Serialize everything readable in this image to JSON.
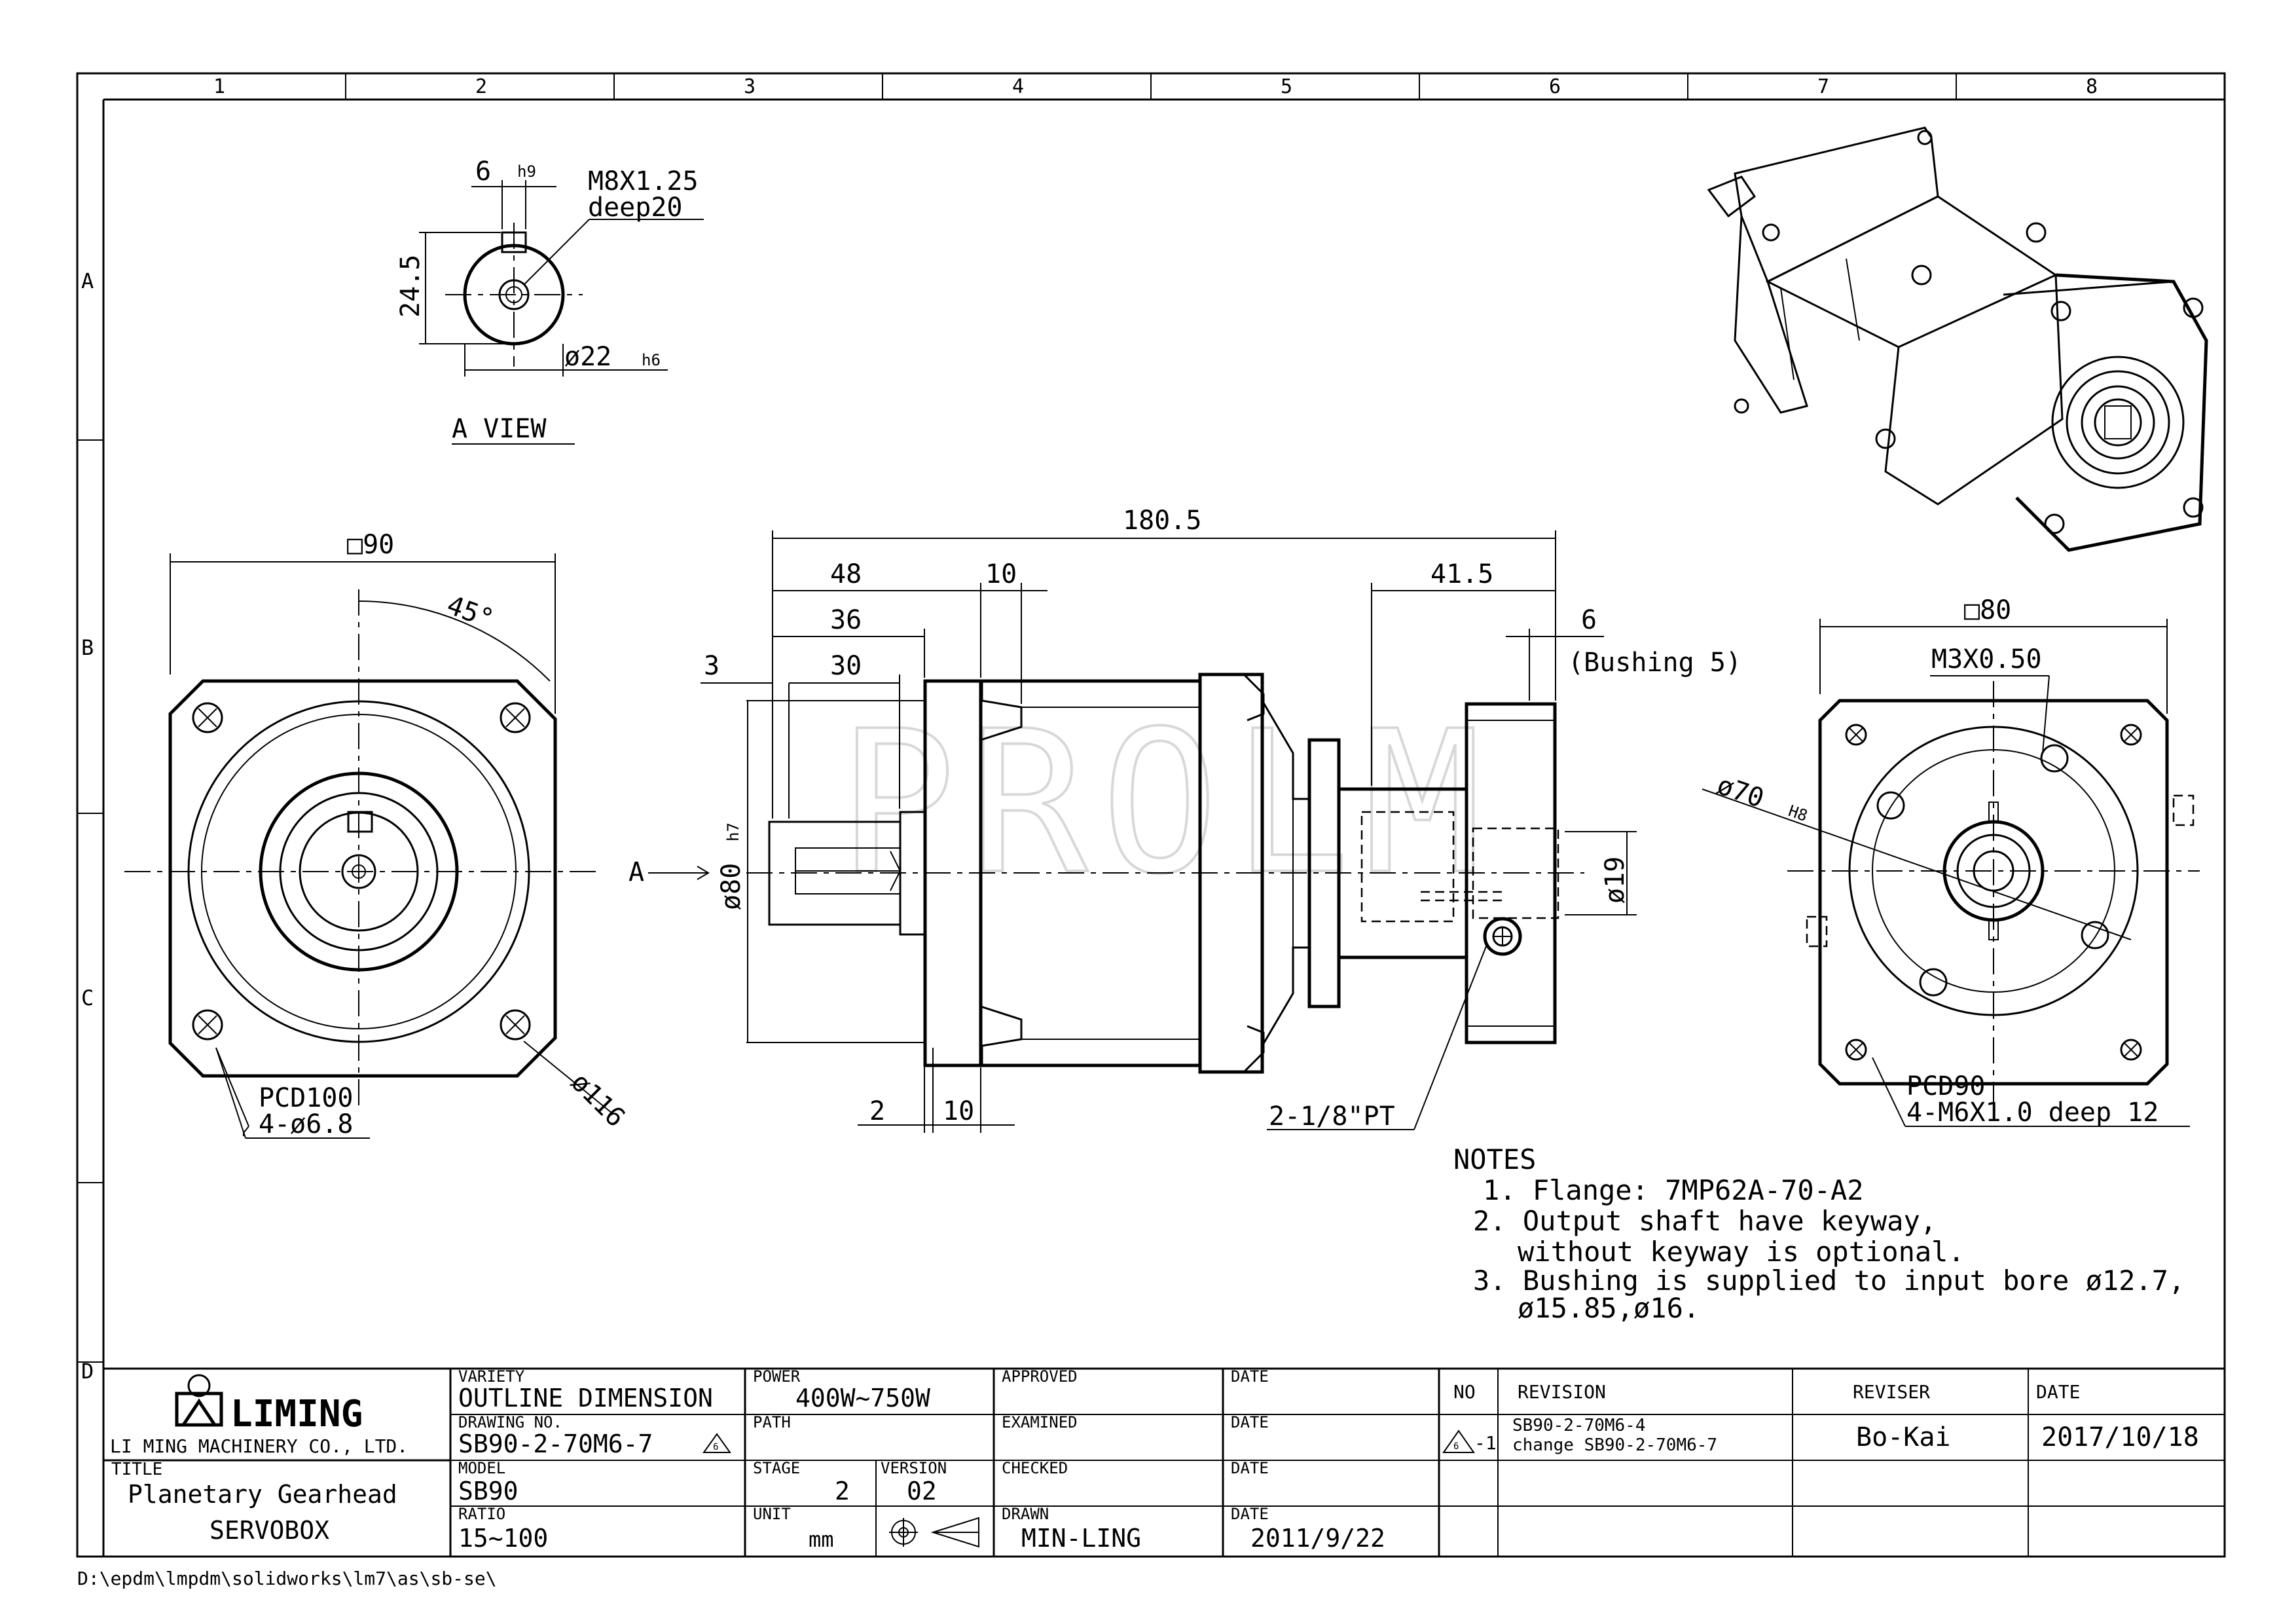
{
  "frame": {
    "columns": [
      "1",
      "2",
      "3",
      "4",
      "5",
      "6",
      "7",
      "8"
    ],
    "rows": [
      "A",
      "B",
      "C",
      "D"
    ]
  },
  "watermark": "PROLM",
  "a_view": {
    "title": "A VIEW",
    "key_width": "6",
    "key_tol": "h9",
    "thread": "M8X1.25",
    "thread_depth": "deep20",
    "height": "24.5",
    "shaft_dia": "ø22",
    "shaft_tol": "h6"
  },
  "front_view": {
    "square": "□90",
    "angle": "45°",
    "pcd": "PCD100",
    "holes": "4-ø6.8",
    "outer_dia": "ø116"
  },
  "side_view": {
    "overall": "180.5",
    "d48": "48",
    "d10_top": "10",
    "d36": "36",
    "d30": "30",
    "d3": "3",
    "d41_5": "41.5",
    "d6": "6",
    "bushing": "(Bushing 5)",
    "arrow_label": "A",
    "pilot_dia": "ø80",
    "pilot_tol": "h7",
    "input_dia": "ø19",
    "d2": "2",
    "d10_bottom": "10",
    "port": "2-1/8\"PT"
  },
  "rear_view": {
    "square": "□80",
    "thread": "M3X0.50",
    "bore": "ø70",
    "bore_tol": "H8",
    "pcd": "PCD90",
    "holes": "4-M6X1.0 deep 12"
  },
  "notes": {
    "title": "NOTES",
    "items": [
      "1. Flange: 7MP62A-70-A2",
      "2. Output shaft have keyway,",
      "without keyway is optional.",
      "3. Bushing is supplied to input bore ø12.7,",
      "ø15.85,ø16."
    ]
  },
  "title_block": {
    "logo_text": "LIMING",
    "company": "LI MING MACHINERY CO., LTD.",
    "variety_label": "VARIETY",
    "variety": "OUTLINE DIMENSION",
    "power_label": "POWER",
    "power": "400W~750W",
    "approved_label": "APPROVED",
    "date_label": "DATE",
    "drawing_no_label": "DRAWING NO.",
    "drawing_no": "SB90-2-70M6-7",
    "rev_mark": "6",
    "path_label": "PATH",
    "examined_label": "EXAMINED",
    "title_label": "TITLE",
    "title1": "Planetary Gearhead",
    "title2": "SERVOBOX",
    "model_label": "MODEL",
    "model": "SB90",
    "stage_label": "STAGE",
    "stage": "2",
    "version_label": "VERSION",
    "version": "02",
    "checked_label": "CHECKED",
    "ratio_label": "RATIO",
    "ratio": "15~100",
    "unit_label": "UNIT",
    "unit": "mm",
    "drawn_label": "DRAWN",
    "drawn": "MIN-LING",
    "drawn_date": "2011/9/22",
    "rev_table": {
      "no_label": "NO",
      "revision_label": "REVISION",
      "reviser_label": "REVISER",
      "date_label": "DATE",
      "row_no": "6",
      "row_no_suffix": "-1",
      "row_rev1": "SB90-2-70M6-4",
      "row_rev2": "change SB90-2-70M6-7",
      "row_reviser": "Bo-Kai",
      "row_date": "2017/10/18"
    }
  },
  "file_path": "D:\\epdm\\lmpdm\\solidworks\\lm7\\as\\sb-se\\"
}
